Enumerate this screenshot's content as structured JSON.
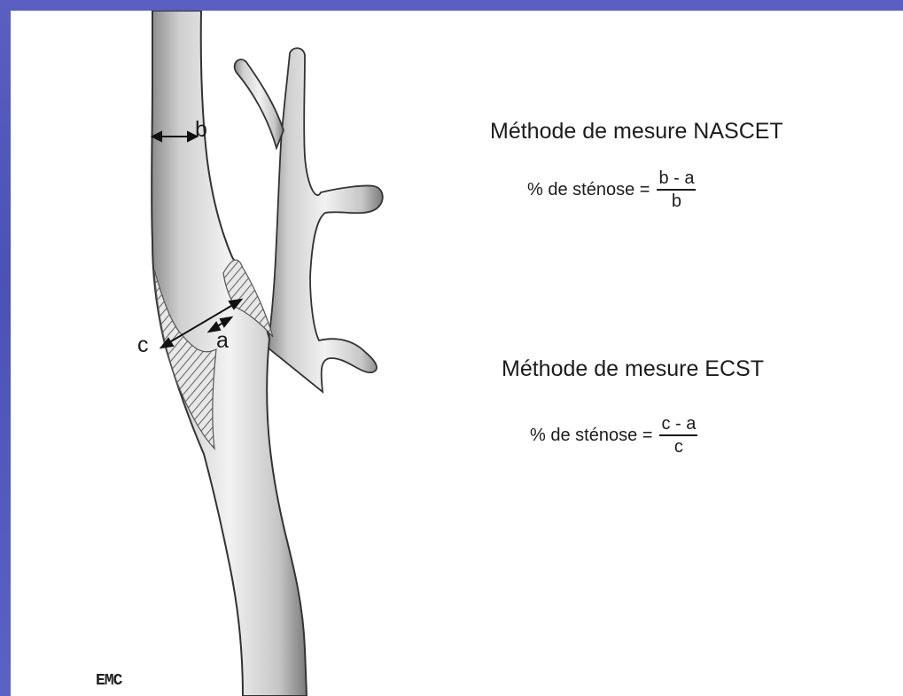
{
  "labels": {
    "b": "b",
    "a": "a",
    "c": "c"
  },
  "nascet": {
    "title": "Méthode de mesure NASCET",
    "lhs": "% de sténose =",
    "numerator": "b - a",
    "denominator": "b"
  },
  "ecst": {
    "title": "Méthode de mesure ECST",
    "lhs": "% de sténose =",
    "numerator": "c - a",
    "denominator": "c"
  },
  "logo": "EMC"
}
